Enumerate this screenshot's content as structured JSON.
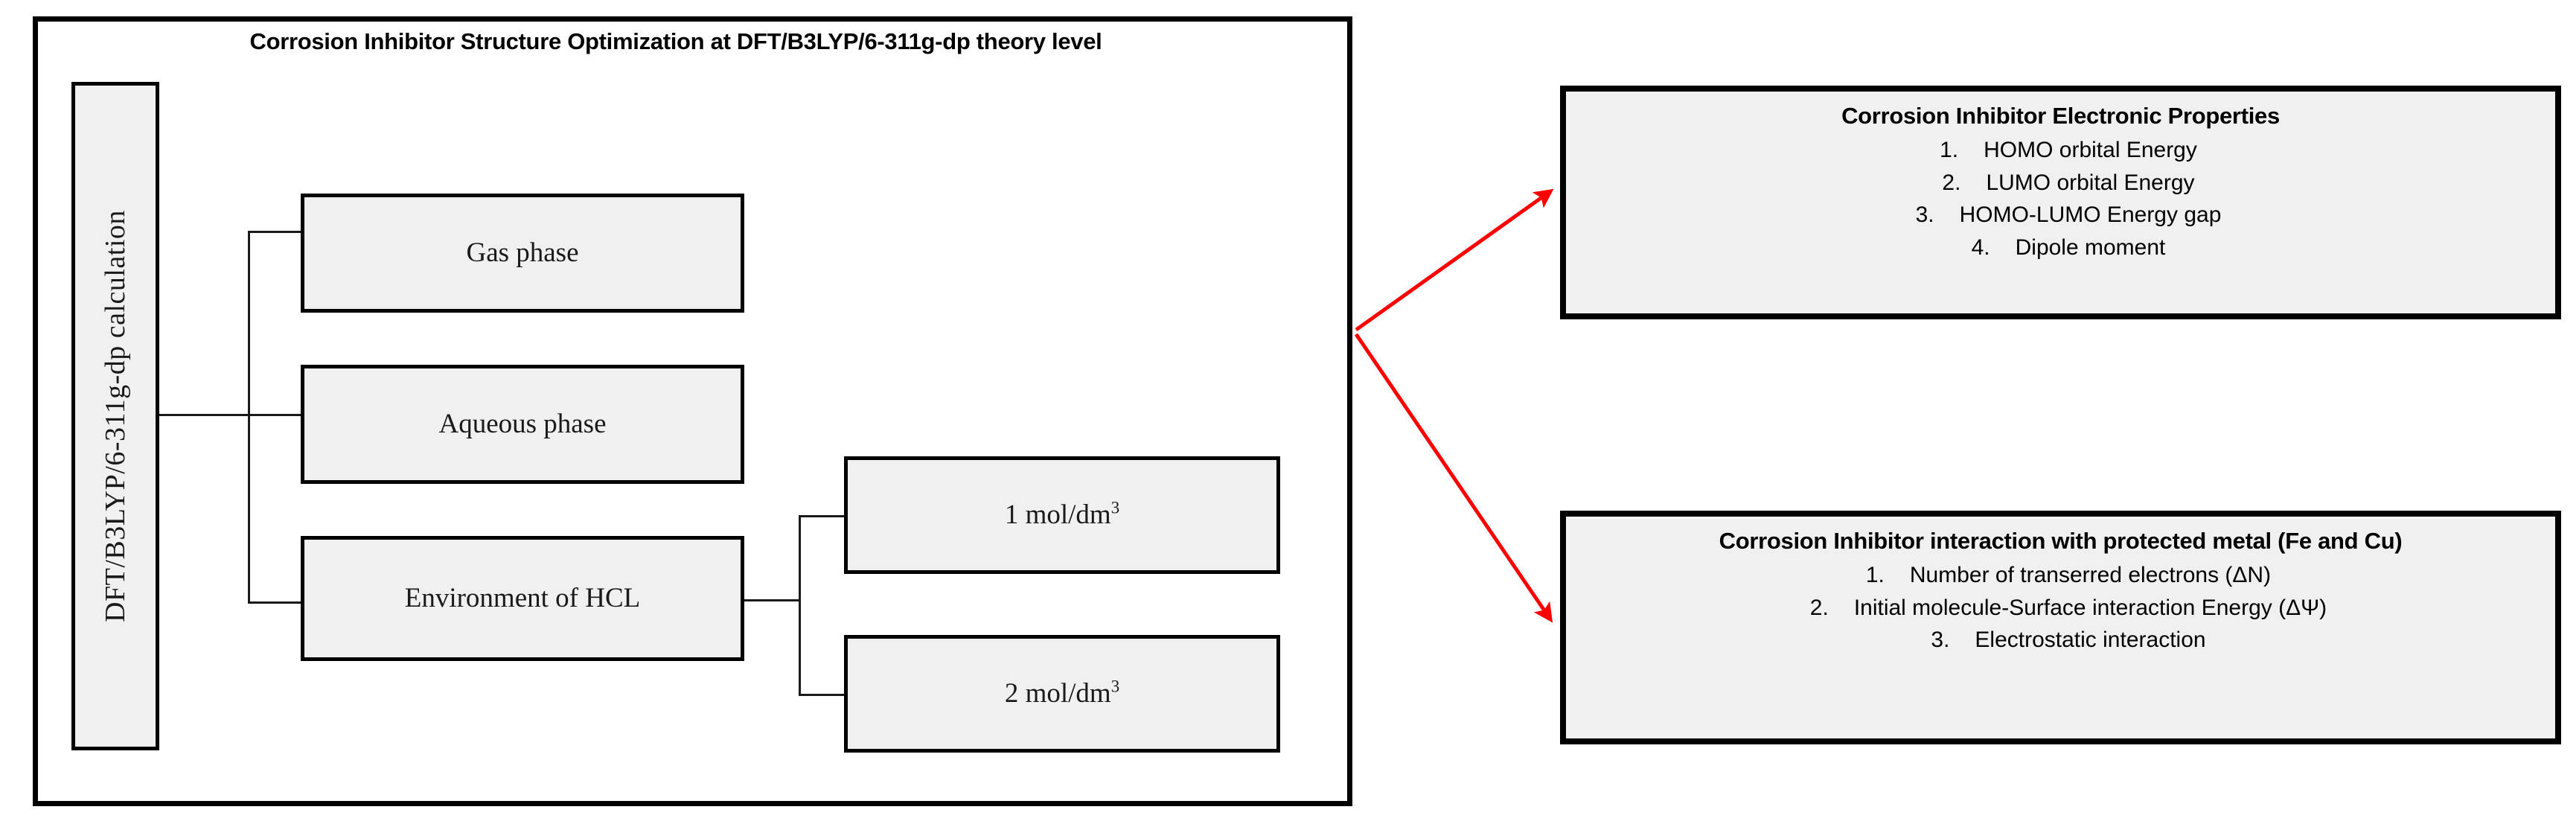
{
  "panel": {
    "title": "Corrosion Inhibitor Structure Optimization at DFT/B3LYP/6-311g-dp theory level",
    "root_box_label": "DFT/B3LYP/6-311g-dp calculation",
    "branches": [
      {
        "label": "Gas phase"
      },
      {
        "label": "Aqueous phase"
      },
      {
        "label": "Environment of HCL"
      }
    ],
    "concentrations": [
      {
        "value": "1",
        "unit": "mol/dm",
        "exponent": "3"
      },
      {
        "value": "2",
        "unit": "mol/dm",
        "exponent": "3"
      }
    ]
  },
  "outputs": [
    {
      "title": "Corrosion Inhibitor Electronic Properties",
      "items": [
        {
          "num": "1.",
          "text": "HOMO orbital Energy"
        },
        {
          "num": "2.",
          "text": "LUMO orbital Energy"
        },
        {
          "num": "3.",
          "text": "HOMO-LUMO Energy gap"
        },
        {
          "num": "4.",
          "text": "Dipole moment"
        }
      ]
    },
    {
      "title": "Corrosion Inhibitor interaction with protected metal (Fe and Cu)",
      "items": [
        {
          "num": "1.",
          "text": "Number of transerred electrons (ΔN)"
        },
        {
          "num": "2.",
          "text": "Initial molecule-Surface interaction Energy (ΔΨ)"
        },
        {
          "num": "3.",
          "text": "Electrostatic interaction"
        }
      ]
    }
  ],
  "colors": {
    "arrow": "#FF0000",
    "box_fill": "#F0F0F0",
    "box_border": "#000000",
    "connector": "#1A1A1A",
    "text": "#000000"
  }
}
